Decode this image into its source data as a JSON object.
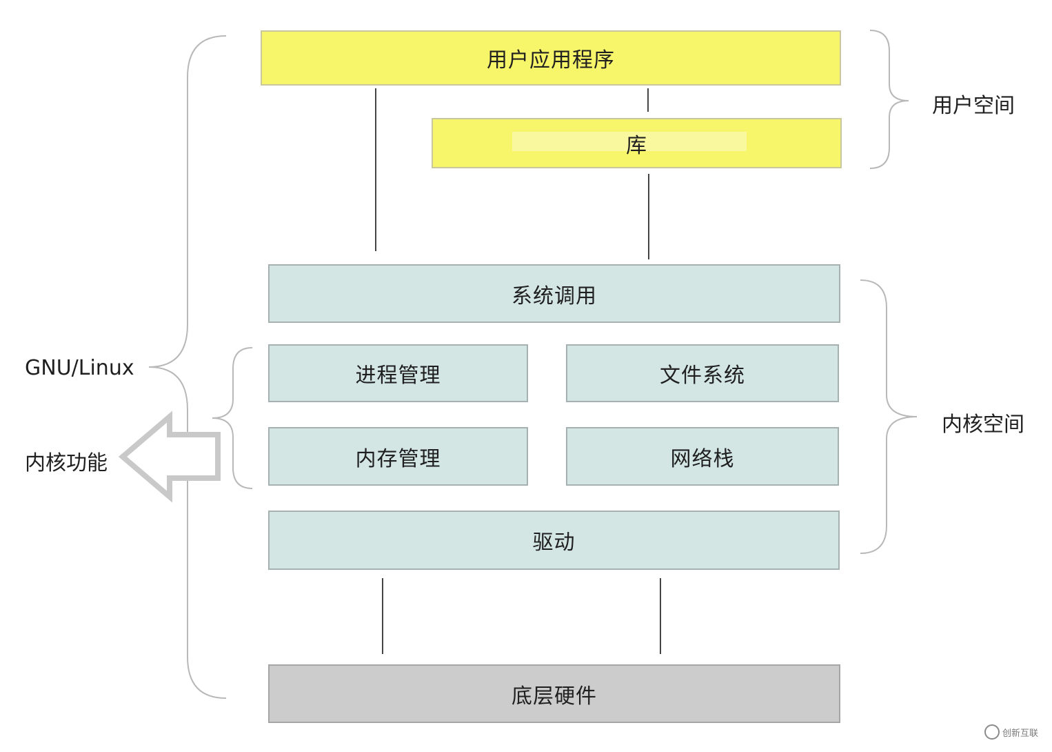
{
  "boxes": {
    "user_app": "用户应用程序",
    "library": "库",
    "syscall": "系统调用",
    "process_mgmt": "进程管理",
    "filesystem": "文件系统",
    "memory_mgmt": "内存管理",
    "network_stack": "网络栈",
    "driver": "驱动",
    "hardware": "底层硬件"
  },
  "labels": {
    "user_space": "用户空间",
    "kernel_space": "内核空间",
    "gnu_linux": "GNU/Linux",
    "kernel_functions": "内核功能"
  },
  "watermark": "创新互联",
  "colors": {
    "user_fill": "#f7f56a",
    "kernel_fill": "#d3e6e4",
    "hardware_fill": "#cccccc"
  }
}
